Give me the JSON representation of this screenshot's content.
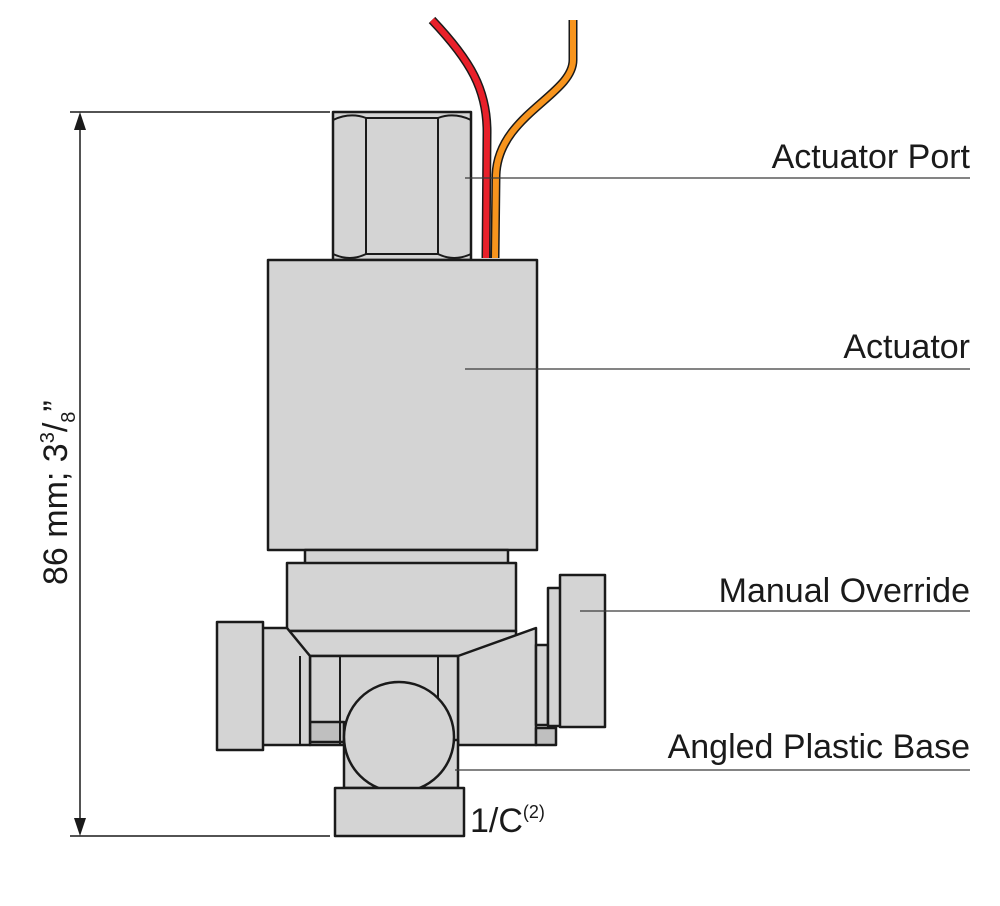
{
  "diagram": {
    "labels": {
      "actuator_port": "Actuator Port",
      "actuator": "Actuator",
      "manual_override": "Manual Override",
      "angled_plastic_base": "Angled Plastic Base",
      "port_marking": "1/C",
      "port_marking_sup": "(2)"
    },
    "dimension": {
      "main": "86 mm; 3",
      "sup": "3",
      "slash": "/",
      "sub": "8",
      "suffix": "”"
    },
    "colors": {
      "wire_red": "#e8202a",
      "wire_orange": "#f7941d",
      "body_fill": "#d4d4d4",
      "outline": "#1a1a1a"
    }
  }
}
